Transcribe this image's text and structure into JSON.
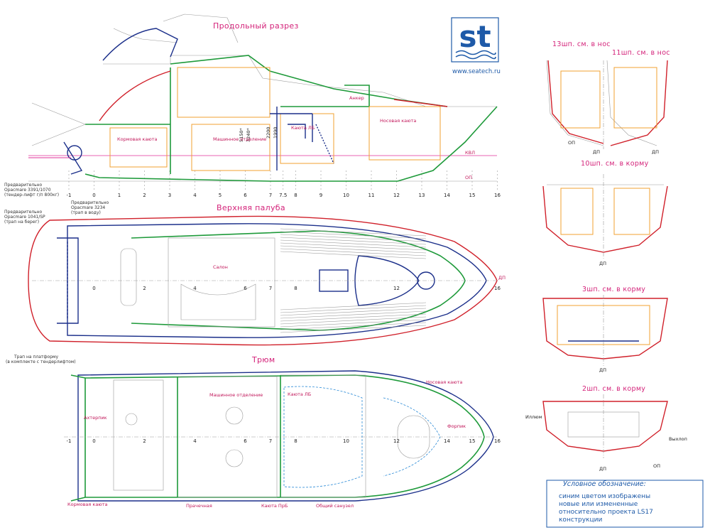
{
  "titles": {
    "profile": "Продольный разрез",
    "deck": "Верхняя палуба",
    "hold": "Трюм"
  },
  "logo": {
    "text": "st",
    "url": "www.seatech.ru",
    "color": "#1e5aa8"
  },
  "profile_labels": {
    "aft_cabin": "Кормовая каюта",
    "engine_room": "Машинное отделение",
    "cabin_lb": "Каюта ЛБ",
    "bow_cabin": "Носовая каюта",
    "anchor": "Анкер",
    "kvl": "КВЛ",
    "op": "ОП",
    "dim1": "5150*",
    "dim2": "3240*",
    "dim3": "2200",
    "dim4": "1990"
  },
  "deck_labels": {
    "salon": "Салон",
    "note_prov1": "Предварительно",
    "note_opac1": "Opacmare 3391/1070",
    "note_lift": "(тендер-лифт г/п 800кг)",
    "note_prov2": "Предварительно",
    "note_opac2": "Opacmare 1041/SP",
    "note_shore": "(трап на берег)",
    "note_prov3": "Предварительно",
    "note_opac3": "Opacmare 3234",
    "note_water": "(трап в воду)",
    "note_platform": "Трап на платформу",
    "note_kit": "(в комплекте с тендерлифтом)",
    "dp": "ДП"
  },
  "hold_labels": {
    "afterpeak": "Ахтерпик",
    "engine_room": "Машинное отделение",
    "bow_cabin": "Носовая каюта",
    "cabin_lb": "Каюта ЛБ",
    "forepeak": "Форпик",
    "aft_cabin": "Кормовая каюта",
    "laundry": "Прачечная",
    "cabin_pb": "Каюта ПрБ",
    "common_wc": "Общий санузел"
  },
  "sections": [
    {
      "id": "s13",
      "title": "13шп. см. в нос"
    },
    {
      "id": "s11",
      "title": "11шп. см. в нос"
    },
    {
      "id": "s10",
      "title": "10шп. см. в корму"
    },
    {
      "id": "s3",
      "title": "3шп. см. в корму"
    },
    {
      "id": "s2",
      "title": "2шп. см. в корму"
    }
  ],
  "section_labels": {
    "op": "ОП",
    "dp": "ДП",
    "exhaust": "Выхлоп",
    "intake": "Иллюм"
  },
  "frames_profile": [
    "-1",
    "0",
    "1",
    "2",
    "3",
    "4",
    "5",
    "6",
    "7",
    "7.5",
    "8",
    "9",
    "10",
    "11",
    "12",
    "13",
    "14",
    "15",
    "16"
  ],
  "frames_deck": [
    "0",
    "2",
    "4",
    "6",
    "7",
    "8",
    "12",
    "16"
  ],
  "frames_hold": [
    "-1",
    "0",
    "2",
    "4",
    "6",
    "7",
    "8",
    "10",
    "12",
    "14",
    "15",
    "16"
  ],
  "legend": {
    "title": "Условное обозначение:",
    "line1": "синим цветом изображены",
    "line2": "новые или измененные",
    "line3": "относительно проекта LS17",
    "line4": "конструкции"
  },
  "colors": {
    "green": "#1e9a3a",
    "red": "#d0202a",
    "blue": "#1b2f8a",
    "orange": "#f0a030",
    "magenta": "#e0309a",
    "accent": "#1e5aa8"
  }
}
